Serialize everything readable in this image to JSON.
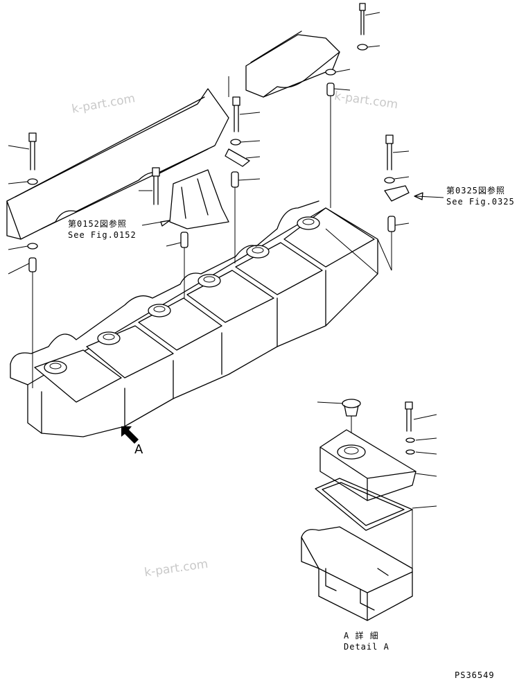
{
  "references": {
    "fig0152_jp": "第0152図参照",
    "fig0152_en": "See Fig.0152",
    "fig0325_jp": "第0325図参照",
    "fig0325_en": "See Fig.0325"
  },
  "view_marker": {
    "letter": "A"
  },
  "detail": {
    "title_jp": "A 詳 細",
    "title_en": "Detail A"
  },
  "watermarks": [
    "k-part.com",
    "k-part.com",
    "k-part.com"
  ],
  "drawing_number": "PS36549"
}
